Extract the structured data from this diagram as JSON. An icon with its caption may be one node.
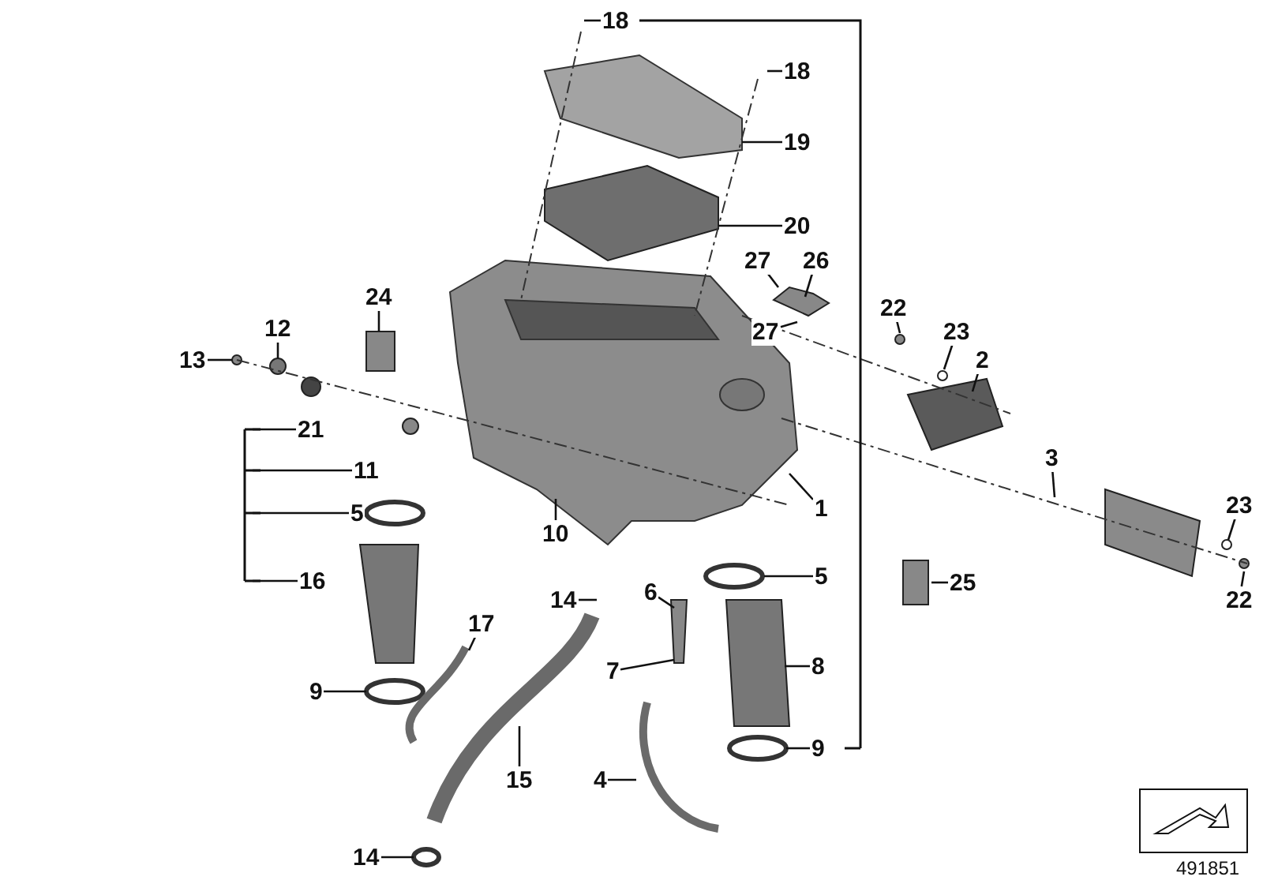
{
  "diagram": {
    "nodes": [
      {
        "text": [
          "18"
        ]
      },
      {
        "text": [
          "18"
        ]
      },
      {
        "text": [
          "19"
        ]
      },
      {
        "text": [
          "20"
        ]
      },
      {
        "text": [
          "27"
        ]
      },
      {
        "text": [
          "26"
        ]
      },
      {
        "text": [
          "24"
        ]
      },
      {
        "text": [
          "22"
        ]
      },
      {
        "text": [
          "12"
        ]
      },
      {
        "text": [
          "13"
        ]
      },
      {
        "text": [
          "23"
        ]
      },
      {
        "text": [
          "27"
        ]
      },
      {
        "text": [
          "2"
        ]
      },
      {
        "text": [
          "21"
        ]
      },
      {
        "text": [
          "11"
        ]
      },
      {
        "text": [
          "3"
        ]
      },
      {
        "text": [
          "1"
        ]
      },
      {
        "text": [
          "5"
        ]
      },
      {
        "text": [
          "10"
        ]
      },
      {
        "text": [
          "23"
        ]
      },
      {
        "text": [
          "5"
        ]
      },
      {
        "text": [
          "25"
        ]
      },
      {
        "text": [
          "16"
        ]
      },
      {
        "text": [
          "14"
        ]
      },
      {
        "text": [
          "6"
        ]
      },
      {
        "text": [
          "22"
        ]
      },
      {
        "text": [
          "17"
        ]
      },
      {
        "text": [
          "7"
        ]
      },
      {
        "text": [
          "8"
        ]
      },
      {
        "text": [
          "9"
        ]
      },
      {
        "text": [
          "9"
        ]
      },
      {
        "text": [
          "15"
        ]
      },
      {
        "text": [
          "4"
        ]
      },
      {
        "text": [
          "14"
        ]
      }
    ],
    "edges": [
      {
        "from": 0,
        "to": null,
        "arrow": "none"
      },
      {
        "from": 1,
        "to": null,
        "arrow": "none"
      },
      {
        "from": 2,
        "to": null,
        "arrow": "none"
      },
      {
        "from": 3,
        "to": null,
        "arrow": "none"
      },
      {
        "from": 4,
        "to": null,
        "arrow": "none"
      },
      {
        "from": 5,
        "to": null,
        "arrow": "none"
      },
      {
        "from": 6,
        "to": null,
        "arrow": "none"
      },
      {
        "from": 7,
        "to": null,
        "arrow": "none"
      },
      {
        "from": 8,
        "to": null,
        "arrow": "none"
      },
      {
        "from": 9,
        "to": null,
        "arrow": "none"
      },
      {
        "from": 10,
        "to": null,
        "arrow": "none"
      },
      {
        "from": 11,
        "to": null,
        "arrow": "none"
      },
      {
        "from": 12,
        "to": null,
        "arrow": "none"
      },
      {
        "from": 13,
        "to": null,
        "arrow": "none"
      },
      {
        "from": 14,
        "to": null,
        "arrow": "none"
      },
      {
        "from": 15,
        "to": null,
        "arrow": "none"
      },
      {
        "from": 16,
        "to": null,
        "arrow": "none"
      },
      {
        "from": 17,
        "to": null,
        "arrow": "none"
      },
      {
        "from": 18,
        "to": null,
        "arrow": "none"
      },
      {
        "from": 19,
        "to": null,
        "arrow": "none"
      },
      {
        "from": 20,
        "to": null,
        "arrow": "none"
      },
      {
        "from": 21,
        "to": null,
        "arrow": "none"
      },
      {
        "from": 22,
        "to": null,
        "arrow": "none"
      },
      {
        "from": 23,
        "to": null,
        "arrow": "none"
      },
      {
        "from": 24,
        "to": null,
        "arrow": "none"
      },
      {
        "from": 25,
        "to": null,
        "arrow": "none"
      },
      {
        "from": 26,
        "to": null,
        "arrow": "none"
      },
      {
        "from": 27,
        "to": null,
        "arrow": "none"
      },
      {
        "from": 28,
        "to": null,
        "arrow": "none"
      },
      {
        "from": 29,
        "to": null,
        "arrow": "none"
      },
      {
        "from": 30,
        "to": null,
        "arrow": "none"
      },
      {
        "from": 31,
        "to": null,
        "arrow": "none"
      },
      {
        "from": 32,
        "to": null,
        "arrow": "none"
      },
      {
        "from": 33,
        "to": null,
        "arrow": "none"
      }
    ],
    "labels": [
      "491851"
    ]
  }
}
